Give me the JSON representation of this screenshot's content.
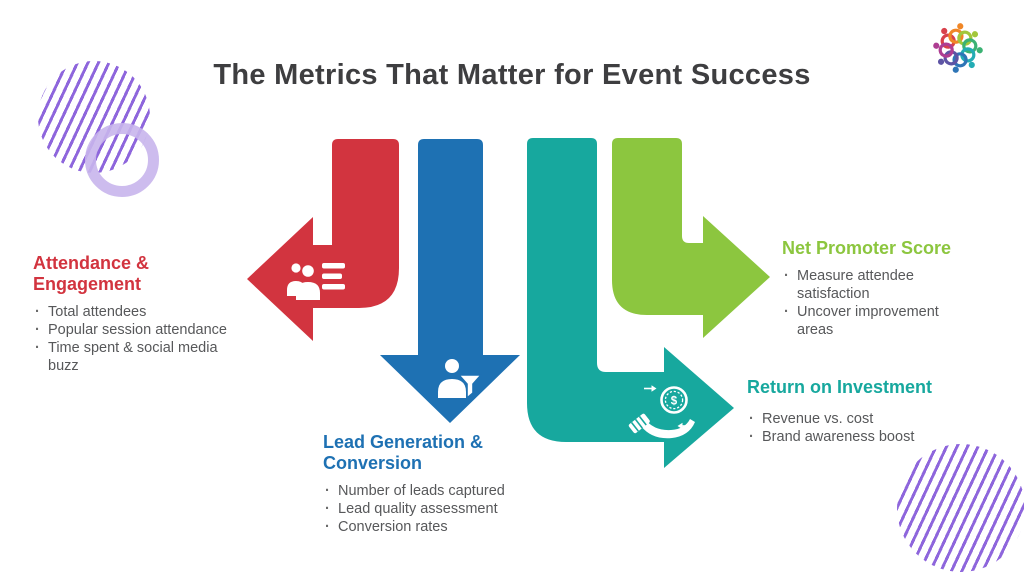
{
  "title": "The Metrics That Matter for Event Success",
  "colors": {
    "title_text": "#3e3e40",
    "body_text": "#57585a",
    "decor_stripes": "#7a4bd6",
    "decor_ring": "#c8b5ec"
  },
  "sections": [
    {
      "heading": "Attendance & Engagement",
      "color": "#d2343f",
      "icon": "attendees-list-icon",
      "items": [
        "Total attendees",
        "Popular session attendance",
        "Time spent & social media buzz"
      ]
    },
    {
      "heading": "Lead Generation & Conversion",
      "color": "#1e71b3",
      "icon": "lead-funnel-icon",
      "items": [
        "Number of leads captured",
        "Lead quality assessment",
        "Conversion rates"
      ]
    },
    {
      "heading": "Net Promoter Score",
      "color": "#8cc63f",
      "icon": null,
      "items": [
        "Measure attendee satisfaction",
        "Uncover improvement areas"
      ]
    },
    {
      "heading": "Return on Investment",
      "color": "#17a89e",
      "icon": "hand-coin-icon",
      "items": [
        "Revenue vs. cost",
        "Brand awareness boost"
      ]
    }
  ],
  "logo": {
    "name": "community-swirl-logo"
  }
}
